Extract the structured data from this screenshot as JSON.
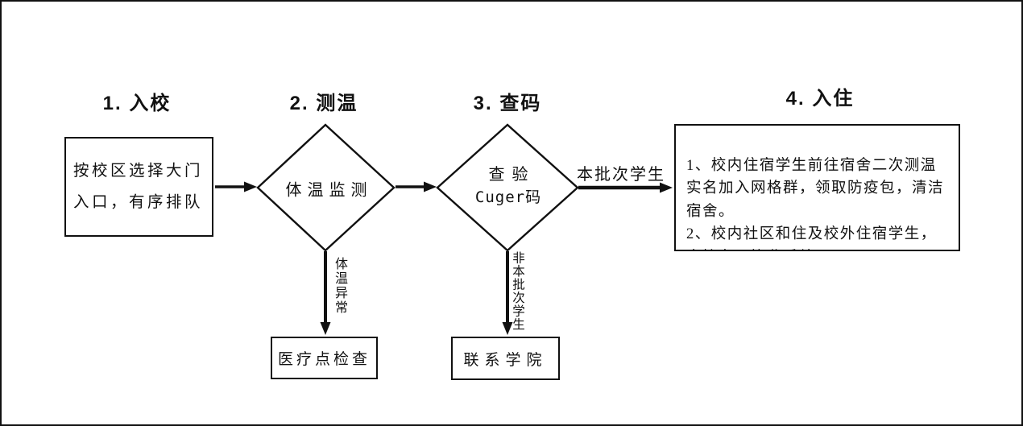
{
  "colors": {
    "ink": "#111111",
    "background": "#ffffff"
  },
  "diagram": {
    "stages": [
      {
        "title": "1. 入校"
      },
      {
        "title": "2. 测温"
      },
      {
        "title": "3. 查码"
      },
      {
        "title": "4. 入住"
      }
    ],
    "entry_box": {
      "text": "按校区选择大门\n入口，有序排队"
    },
    "temp_diamond": {
      "text": "体温监测"
    },
    "code_diamond": {
      "line1": "查验",
      "line2": "Cuger码"
    },
    "arrive_box": {
      "text": "1、校内住宿学生前往宿舍二次测温\n实名加入网格群，领取防疫包，清洁\n宿舍。\n2、校内社区和住及校外住宿学生，\n直接办理毕业手续。"
    },
    "edge_labels": {
      "batch_students": "本批次学生",
      "temp_abnormal": "体温异常",
      "non_batch_students": "非本批次学生"
    },
    "medical_box": {
      "text": "医疗点检查"
    },
    "college_box": {
      "text": "联系学院"
    }
  }
}
